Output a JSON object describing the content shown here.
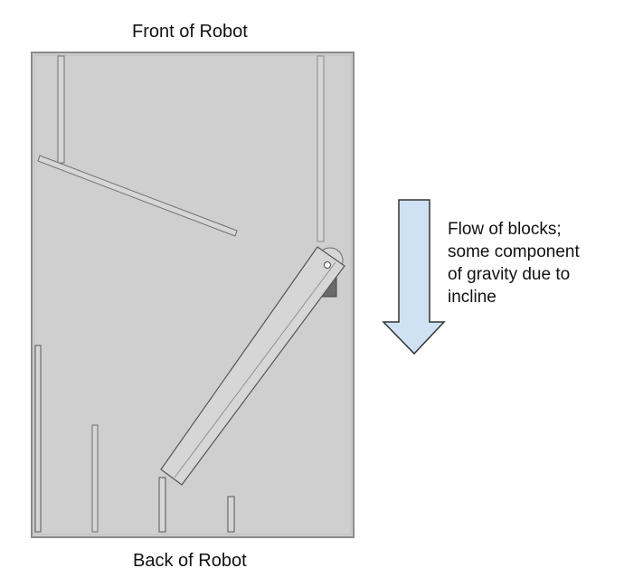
{
  "labels": {
    "front": "Front of Robot",
    "back": "Back of Robot",
    "flow_lines": [
      "Flow of blocks;",
      "some component",
      "of gravity due to",
      "incline"
    ]
  },
  "colors": {
    "board_fill": "#cfcfcf",
    "board_edge": "#8a8a8a",
    "wall_fill": "#d6d6d6",
    "wall_edge": "#6f6f6f",
    "arrow_fill": "#cfe2f3",
    "arrow_edge": "#333333"
  }
}
